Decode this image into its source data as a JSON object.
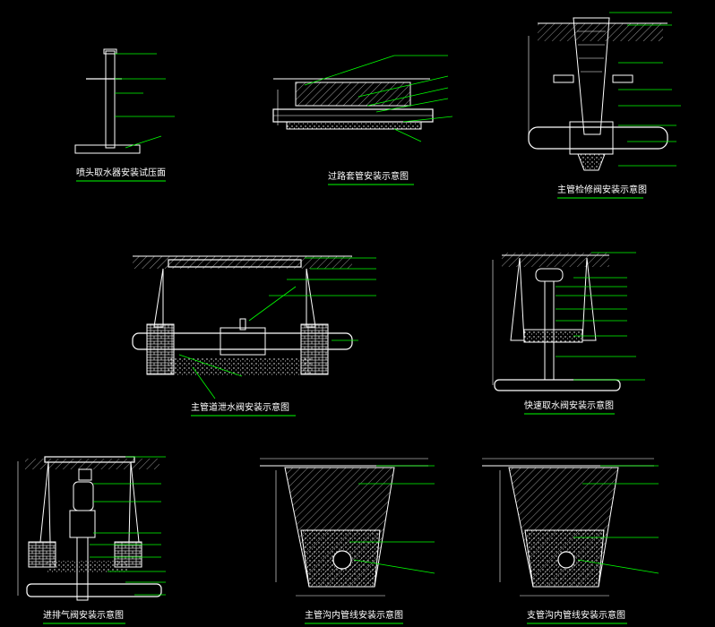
{
  "captions": {
    "sprinkler": "喷头取水器安装试压面",
    "road_sleeve": "过路套管安装示意图",
    "main_gate_valve": "主管检修阀安装示意图",
    "main_drain_valve": "主管道泄水阀安装示意图",
    "quick_coupling": "快速取水阀安装示意图",
    "air_release_valve": "进排气阀安装示意图",
    "main_trench": "主管沟内管线安装示意图",
    "branch_trench": "支管沟内管线安装示意图"
  },
  "colors": {
    "background": "#000000",
    "line": "#ffffff",
    "leader": "#00ff00",
    "caption_underline": "#00ff00",
    "dimension": "#ffffff"
  }
}
